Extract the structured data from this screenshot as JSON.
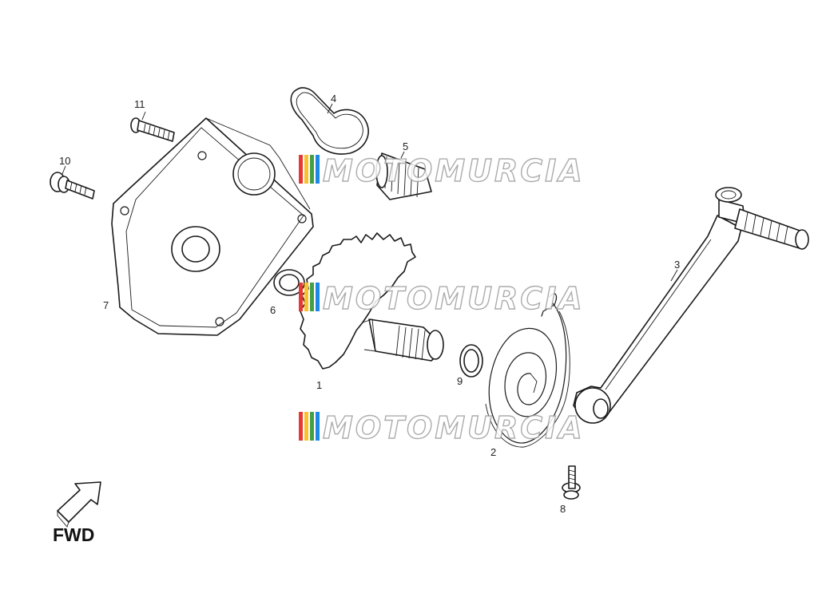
{
  "diagram": {
    "direction_label": "FWD",
    "watermark_text": "MOTOMURCIA",
    "watermark_colors": [
      "#e53935",
      "#fbc02d",
      "#43a047",
      "#1e88e5",
      "#9e9e9e"
    ],
    "parts": [
      {
        "number": "1",
        "name": "kick-starter-shaft-gear"
      },
      {
        "number": "2",
        "name": "return-spring"
      },
      {
        "number": "3",
        "name": "kick-starter-lever"
      },
      {
        "number": "4",
        "name": "cover-gasket"
      },
      {
        "number": "5",
        "name": "driven-gear"
      },
      {
        "number": "6",
        "name": "oil-seal"
      },
      {
        "number": "7",
        "name": "transmission-cover"
      },
      {
        "number": "8",
        "name": "lever-bolt"
      },
      {
        "number": "9",
        "name": "washer"
      },
      {
        "number": "10",
        "name": "cover-screw-with-washer"
      },
      {
        "number": "11",
        "name": "cover-screw"
      }
    ]
  }
}
